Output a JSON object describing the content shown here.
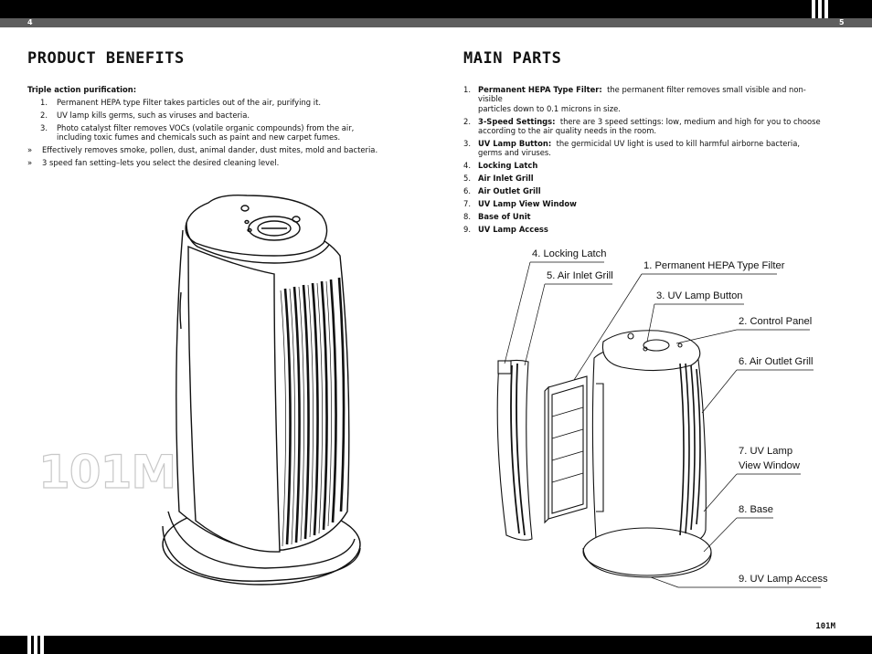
{
  "header": {
    "left_page": "4",
    "right_page": "5"
  },
  "left": {
    "title": "PRODUCT BENEFITS",
    "intro": "Triple action purification:",
    "numbered": [
      {
        "num": "1.",
        "lines": [
          "Permanent HEPA type Filter takes particles out of the air, purifying it."
        ]
      },
      {
        "num": "2.",
        "lines": [
          "UV lamp kills germs, such as viruses and bacteria."
        ]
      },
      {
        "num": "3.",
        "lines": [
          "Photo catalyst filter removes VOCs (volatile organic compounds) from the air,",
          "including toxic fumes and chemicals such as paint and new carpet fumes."
        ]
      }
    ],
    "bullets": [
      {
        "mark": "»",
        "text": "Effectively removes smoke, pollen, dust, animal dander, dust mites, mold and bacteria."
      },
      {
        "mark": "»",
        "text": "3 speed fan setting–lets you select the desired cleaning level."
      }
    ],
    "watermark": "101M"
  },
  "right": {
    "title": "MAIN PARTS",
    "parts": [
      {
        "num": "1.",
        "bold": "Permanent HEPA Type Filter:",
        "rest": "the permanent filter removes small visible and non-visible",
        "cont": "particles down to 0.1 microns in size."
      },
      {
        "num": "2.",
        "bold": "3-Speed Settings:",
        "rest": "there are 3 speed settings: low, medium and high for you to choose",
        "cont": "according to the air quality needs in the room."
      },
      {
        "num": "3.",
        "bold": "UV Lamp Button:",
        "rest": "the germicidal UV light is used to kill harmful airborne bacteria,",
        "cont": "germs and viruses."
      },
      {
        "num": "4.",
        "bold": "Locking Latch",
        "rest": "",
        "cont": ""
      },
      {
        "num": "5.",
        "bold": "Air Inlet Grill",
        "rest": "",
        "cont": ""
      },
      {
        "num": "6.",
        "bold": "Air Outlet Grill",
        "rest": "",
        "cont": ""
      },
      {
        "num": "7.",
        "bold": "UV Lamp View Window",
        "rest": "",
        "cont": ""
      },
      {
        "num": "8.",
        "bold": "Base of Unit",
        "rest": "",
        "cont": ""
      },
      {
        "num": "9.",
        "bold": "UV Lamp Access",
        "rest": "",
        "cont": ""
      }
    ],
    "callouts": {
      "c4": "4. Locking Latch",
      "c5": "5. Air Inlet Grill",
      "c1": "1. Permanent HEPA Type Filter",
      "c3": "3. UV Lamp Button",
      "c2": "2. Control Panel",
      "c6": "6. Air Outlet Grill",
      "c7a": "7. UV Lamp",
      "c7b": "View Window",
      "c8": "8. Base",
      "c9": "9. UV Lamp Access"
    }
  },
  "footer": {
    "label": "101M"
  }
}
